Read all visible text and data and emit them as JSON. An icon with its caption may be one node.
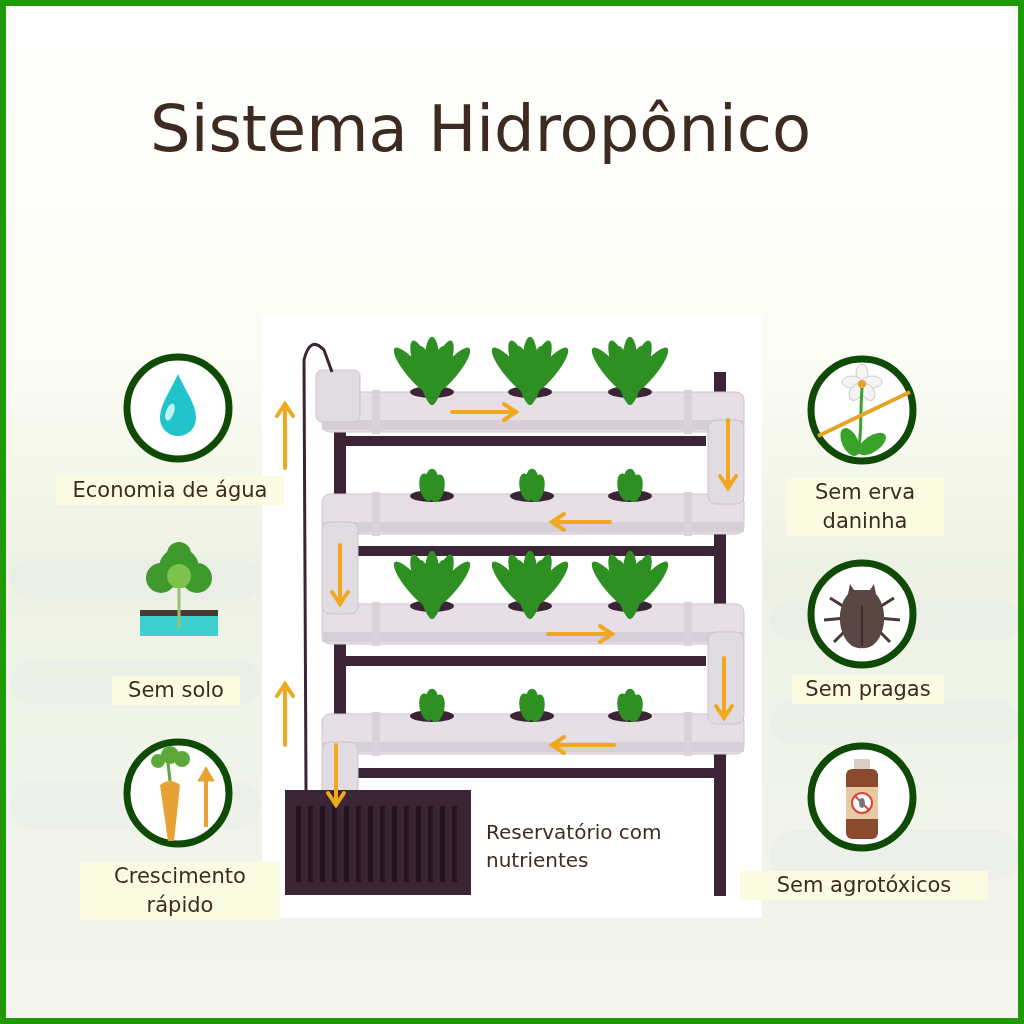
{
  "diagram": {
    "title": "Sistema Hidropônico",
    "labels": [
      "Economia de água",
      "Sem erva daninha",
      "Sem solo",
      "Sem pragas",
      "Crescimento rápido",
      "Sem agrotóxicos",
      "Reservatório com nutrientes"
    ]
  }
}
